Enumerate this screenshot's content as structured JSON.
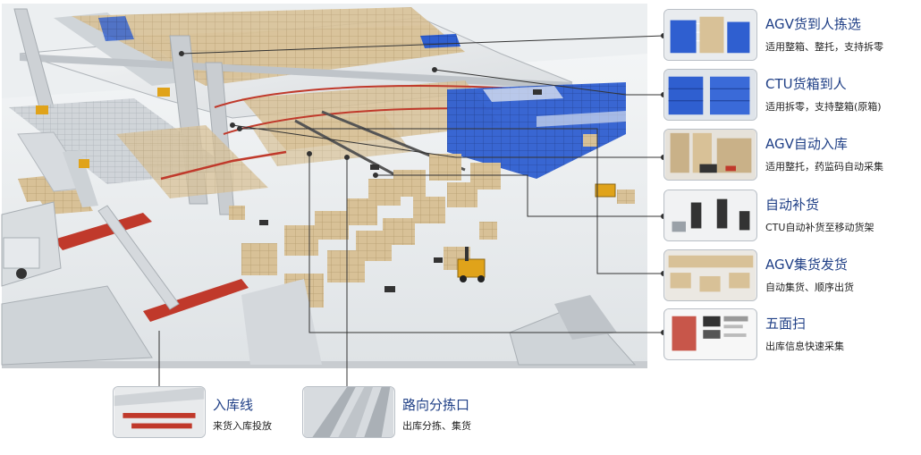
{
  "callouts": [
    {
      "title": "AGV货到人拣选",
      "desc": "适用整箱、整托，支持拆零",
      "thumb": "agv-goods-to-person-photo"
    },
    {
      "title": "CTU货箱到人",
      "desc": "适用拆零，支持整箱(原箱)",
      "thumb": "ctu-box-to-person-photo"
    },
    {
      "title": "AGV自动入库",
      "desc": "适用整托，药监码自动采集",
      "thumb": "agv-auto-inbound-photo"
    },
    {
      "title": "自动补货",
      "desc": "CTU自动补货至移动货架",
      "thumb": "auto-replenishment-photo"
    },
    {
      "title": "AGV集货发货",
      "desc": "自动集货、顺序出货",
      "thumb": "agv-consolidation-photo"
    },
    {
      "title": "五面扫",
      "desc": "出库信息快速采集",
      "thumb": "five-side-scan-photo"
    }
  ],
  "bottom_callouts": [
    {
      "title": "入库线",
      "desc": "来货入库投放",
      "thumb": "inbound-line-photo"
    },
    {
      "title": "路向分拣口",
      "desc": "出库分拣、集货",
      "thumb": "route-sorting-photo"
    }
  ],
  "colors": {
    "title_blue": "#1f3f86",
    "floor": "#e9ecef",
    "carton": "#d9c39a",
    "blue_rack": "#2f5fd0",
    "conveyor_red": "#c0392b",
    "forklift": "#e0a31a",
    "leader_line": "#333333"
  }
}
